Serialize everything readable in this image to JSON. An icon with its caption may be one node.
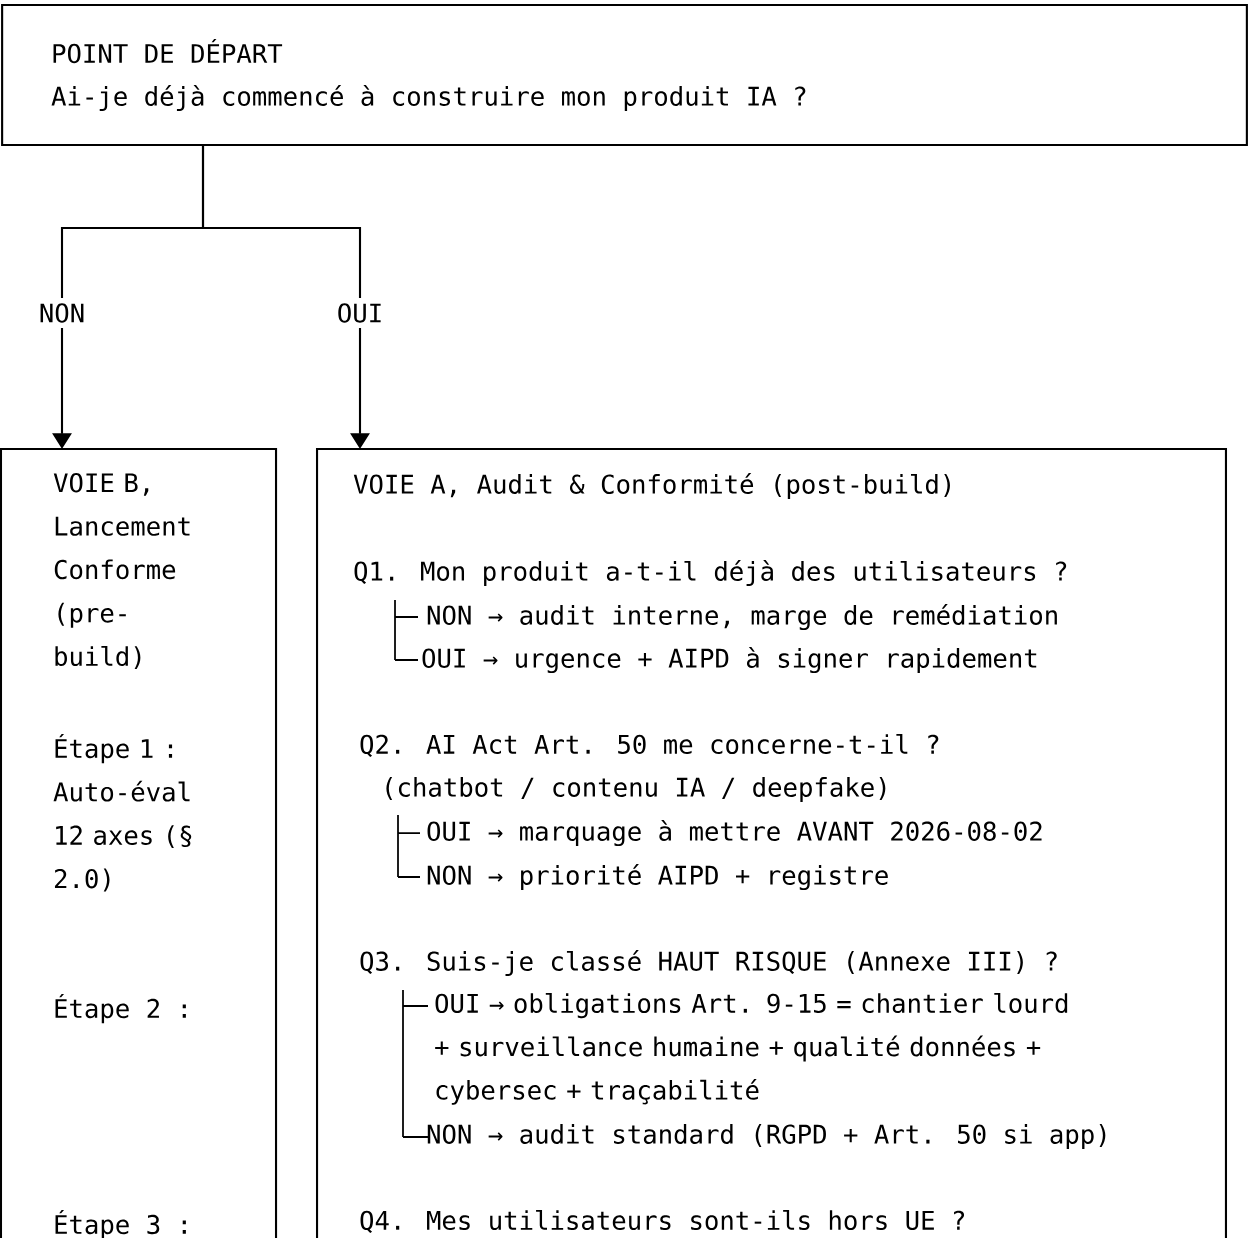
{
  "diagram": {
    "nodes": [
      {
        "text": [
          "POINT DE DÉPART",
          "Ai-je déjà commencé à construire mon produit IA ?"
        ]
      },
      {
        "text": [
          "VOIE B, Lancement Conforme (pre-build)",
          "Étape 1 : Auto-éval 12 axes (§ 2.0)",
          "Étape 2 :",
          "Étape 3 :"
        ]
      },
      {
        "text": [
          "VOIE A, Audit & Conformité (post-build)",
          "Q1. Mon produit a-t-il déjà des utilisateurs ?",
          "NON  → audit interne, marge de remédiation",
          "OUI  → urgence + AIPD à signer rapidement",
          "Q2. AI Act Art. 50 me concerne-t-il ?",
          "(chatbot / contenu IA / deepfake)",
          "OUI → marquage à mettre AVANT 2026-08-02",
          "NON → priorité AIPD + registre",
          "Q3. Suis-je classé HAUT RISQUE (Annexe III) ?",
          "OUI → obligations Art. 9-15 = chantier lourd + surveillance humaine + qualité données + cybersec + traçabilité",
          "NON → audit standard (RGPD + Art. 50 si app)",
          "Q4. Mes utilisateurs sont-ils hors UE ?"
        ]
      }
    ],
    "edges": [
      {
        "from": 0,
        "to": 1,
        "arrow": "to",
        "label": "NON"
      },
      {
        "from": 0,
        "to": 2,
        "arrow": "to",
        "label": "OUI"
      }
    ]
  }
}
